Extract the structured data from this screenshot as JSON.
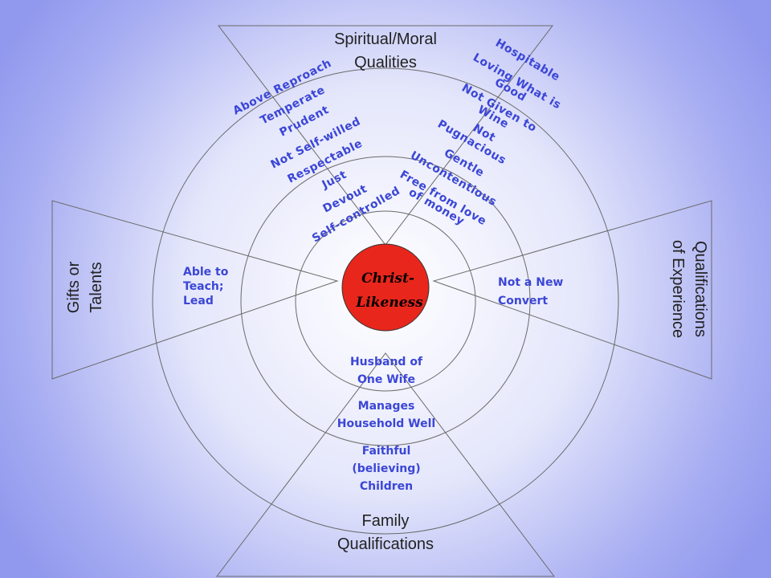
{
  "center": {
    "line1": "Christ-",
    "line2": "Likeness",
    "color": "#e8261c"
  },
  "categories": {
    "spiritual": {
      "line1": "Spiritual/Moral",
      "line2": "Qualities"
    },
    "gifts": {
      "line1": "Gifts or",
      "line2": "Talents"
    },
    "experience": {
      "line1": "Qualifications",
      "line2": "of Experience"
    },
    "family": {
      "line1": "Family",
      "line2": "Qualifications"
    }
  },
  "spiritual_left": [
    "Above Reproach",
    "Temperate",
    "Prudent",
    "Not Self-willed",
    "Respectable",
    "Just",
    "Devout",
    "Self-controlled"
  ],
  "spiritual_right": [
    {
      "line1": "Hospitable",
      "line2": ""
    },
    {
      "line1": "Loving What is",
      "line2": "Good"
    },
    {
      "line1": "Not Given to",
      "line2": "Wine"
    },
    {
      "line1": "Not",
      "line2": "Pugnacious"
    },
    {
      "line1": "Gentle",
      "line2": ""
    },
    {
      "line1": "Uncontentious",
      "line2": ""
    },
    {
      "line1": "Free from love",
      "line2": "of money"
    }
  ],
  "gifts_items": {
    "line1": "Able to",
    "line2": "Teach;",
    "line3": "Lead"
  },
  "experience_items": {
    "line1": "Not a New",
    "line2": "Convert"
  },
  "family_items": [
    {
      "line1": "Husband of",
      "line2": "One Wife"
    },
    {
      "line1": "Manages",
      "line2": "Household Well"
    },
    {
      "line1": "Faithful",
      "line2": "(believing)",
      "line3": "Children"
    }
  ],
  "colors": {
    "background_edge": "#9aa2ef",
    "background_center": "#ffffff",
    "text_blue": "#3b46d6",
    "line": "#5a5a5a"
  }
}
